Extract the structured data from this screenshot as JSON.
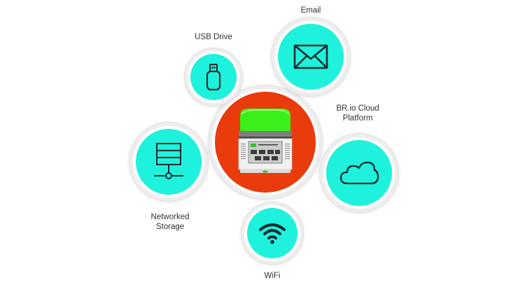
{
  "colors": {
    "accent_teal": "#1ef2dc",
    "center_orange": "#e93b0c",
    "device_green": "#3bf01a",
    "icon_stroke": "#1b2b2f",
    "halo": "#eeeeee"
  },
  "center": {
    "device": "bioreactor-device",
    "device_icon": "device-illustration"
  },
  "nodes": [
    {
      "id": "email",
      "label": "Email",
      "icon": "envelope-icon"
    },
    {
      "id": "usb",
      "label": "USB Drive",
      "icon": "usb-drive-icon"
    },
    {
      "id": "cloud",
      "label_line1": "BR.io Cloud",
      "label_line2": "Platform",
      "icon": "cloud-icon"
    },
    {
      "id": "storage",
      "label_line1": "Networked",
      "label_line2": "Storage",
      "icon": "server-icon"
    },
    {
      "id": "wifi",
      "label": "WiFi",
      "icon": "wifi-icon"
    }
  ]
}
